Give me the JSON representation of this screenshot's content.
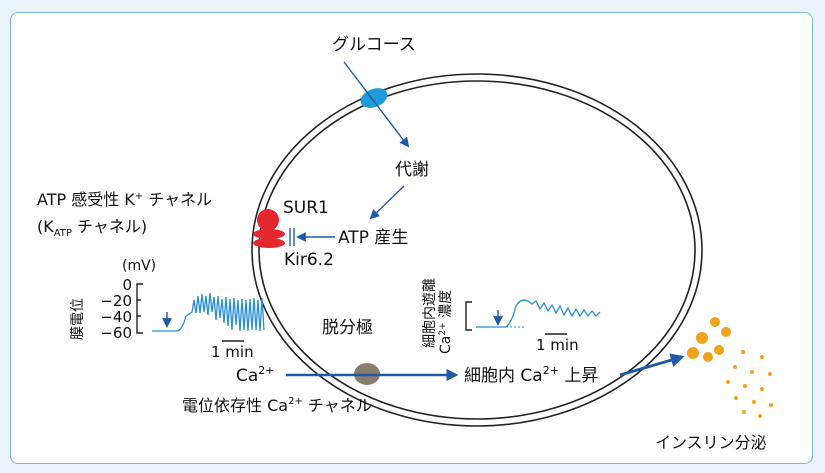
{
  "labels": {
    "glucose": "グルコース",
    "metabolism": "代謝",
    "atp_production": "ATP 産生",
    "katp_title": "ATP 感受性 K",
    "katp_title_sup": "+",
    "katp_title_rest": " チャネル",
    "katp_paren_open": "(K",
    "katp_paren_sub": "ATP",
    "katp_paren_rest": " チャネル)",
    "sur1": "SUR1",
    "kir": "Kir6.2",
    "depolarization": "脱分極",
    "ca_in": "Ca",
    "ca_in_sup": "2+",
    "vdcc_a": "電位依存性 Ca",
    "vdcc_sup": "2+",
    "vdcc_b": " チャネル",
    "ca_rise_a": "細胞内 Ca",
    "ca_rise_sup": "2+",
    "ca_rise_b": " 上昇",
    "insulin": "インスリン分泌"
  },
  "membrane_trace": {
    "unit": "(mV)",
    "ylabel": "膜電位",
    "ticks": [
      "0",
      "−20",
      "−40",
      "−60"
    ],
    "scale": "1 min"
  },
  "calcium_trace": {
    "ylabel_a": "細胞内遊離",
    "ylabel_b": "Ca",
    "ylabel_sup": "2+",
    "ylabel_c": " 濃度",
    "scale": "1 min"
  },
  "colors": {
    "arrow": "#1f5aa6",
    "trace": "#2a8fd0",
    "glucose_transporter": "#1e9bd8",
    "sur1": "#e4262f",
    "kir": "#e4262f",
    "ca_channel": "#8b7d6b",
    "granules": "#f2a21a"
  }
}
